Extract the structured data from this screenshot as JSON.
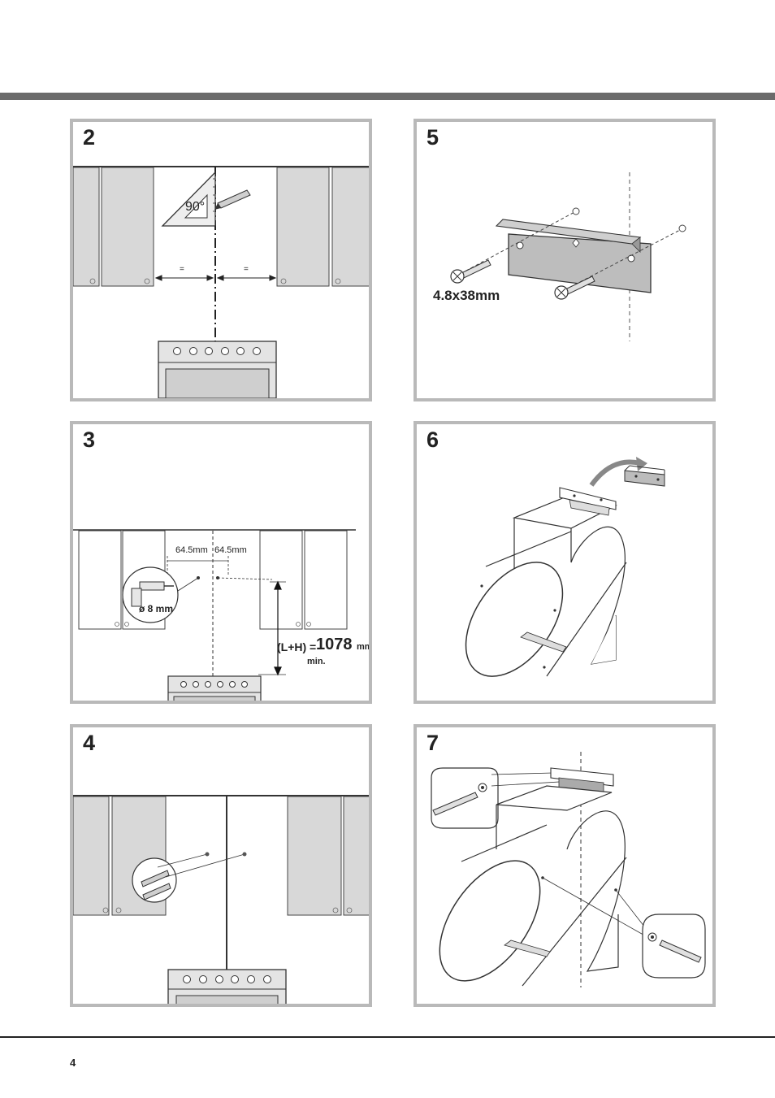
{
  "page_number": "4",
  "panels": {
    "p2": {
      "number": "2",
      "angle_label": "90°",
      "equal_mark": "="
    },
    "p3": {
      "number": "3",
      "dim_left": "64.5mm",
      "dim_right": "64.5mm",
      "drill_diameter": "ø 8 mm",
      "formula_prefix": "(L+H) =",
      "formula_value": "1078",
      "formula_unit": "mm",
      "formula_min": "min."
    },
    "p4": {
      "number": "4"
    },
    "p5": {
      "number": "5",
      "screw_size": "4.8x38mm"
    },
    "p6": {
      "number": "6"
    },
    "p7": {
      "number": "7"
    }
  }
}
